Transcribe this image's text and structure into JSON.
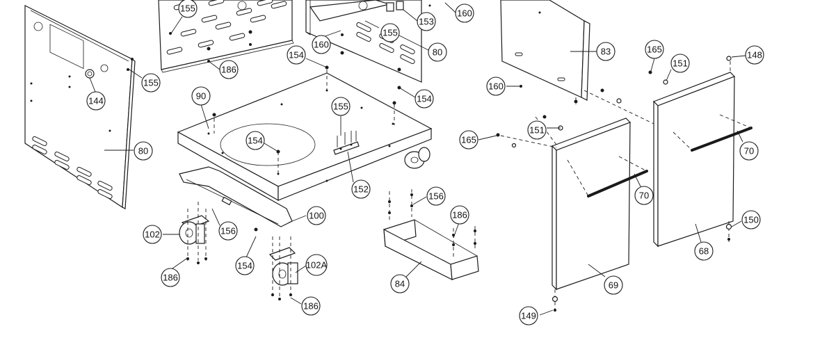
{
  "diagram": {
    "colors": {
      "line": "#1a1a1a",
      "background": "#ffffff"
    },
    "callouts": [
      {
        "id": "c155a",
        "label": "155"
      },
      {
        "id": "c186a",
        "label": "186"
      },
      {
        "id": "c155b",
        "label": "155"
      },
      {
        "id": "c160a",
        "label": "160"
      },
      {
        "id": "c153",
        "label": "153"
      },
      {
        "id": "c160b",
        "label": "160"
      },
      {
        "id": "c80a",
        "label": "80"
      },
      {
        "id": "c154a",
        "label": "154"
      },
      {
        "id": "c154b",
        "label": "154"
      },
      {
        "id": "c144",
        "label": "144"
      },
      {
        "id": "c155c",
        "label": "155"
      },
      {
        "id": "c80b",
        "label": "80"
      },
      {
        "id": "c90",
        "label": "90"
      },
      {
        "id": "c155d",
        "label": "155"
      },
      {
        "id": "c154c",
        "label": "154"
      },
      {
        "id": "c152",
        "label": "152"
      },
      {
        "id": "c100",
        "label": "100"
      },
      {
        "id": "c102",
        "label": "102"
      },
      {
        "id": "c156a",
        "label": "156"
      },
      {
        "id": "c186b",
        "label": "186"
      },
      {
        "id": "c154d",
        "label": "154"
      },
      {
        "id": "c102a",
        "label": "102A"
      },
      {
        "id": "c186c",
        "label": "186"
      },
      {
        "id": "c156b",
        "label": "156"
      },
      {
        "id": "c186d",
        "label": "186"
      },
      {
        "id": "c84",
        "label": "84"
      },
      {
        "id": "c83",
        "label": "83"
      },
      {
        "id": "c160c",
        "label": "160"
      },
      {
        "id": "c165a",
        "label": "165"
      },
      {
        "id": "c151a",
        "label": "151"
      },
      {
        "id": "c148",
        "label": "148"
      },
      {
        "id": "c151b",
        "label": "151"
      },
      {
        "id": "c165b",
        "label": "165"
      },
      {
        "id": "c70a",
        "label": "70"
      },
      {
        "id": "c70b",
        "label": "70"
      },
      {
        "id": "c150",
        "label": "150"
      },
      {
        "id": "c68",
        "label": "68"
      },
      {
        "id": "c69",
        "label": "69"
      },
      {
        "id": "c149",
        "label": "149"
      }
    ]
  }
}
